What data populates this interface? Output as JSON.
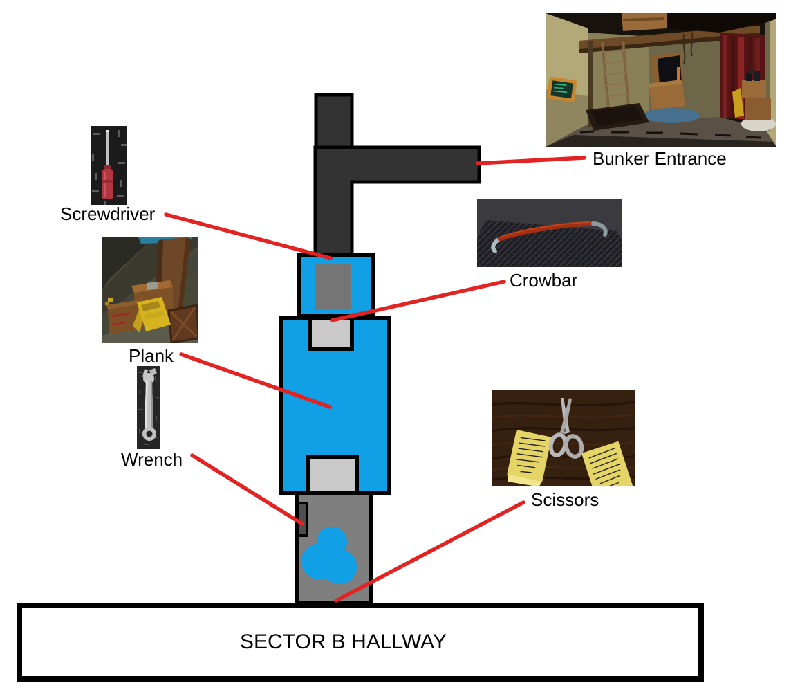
{
  "map": {
    "hallway_label": "SECTOR B HALLWAY",
    "callouts": [
      {
        "id": "screwdriver",
        "label": "Screwdriver"
      },
      {
        "id": "plank",
        "label": "Plank"
      },
      {
        "id": "wrench",
        "label": "Wrench"
      },
      {
        "id": "crowbar",
        "label": "Crowbar"
      },
      {
        "id": "scissors",
        "label": "Scissors"
      },
      {
        "id": "bunker_entrance",
        "label": "Bunker Entrance"
      }
    ],
    "photos": [
      "screwdriver-photo",
      "plank-photo",
      "wrench-photo",
      "crowbar-photo",
      "scissors-photo",
      "bunker-entrance-photo"
    ],
    "colors": {
      "corridor_dark": "#333333",
      "room_blue": "#119fe6",
      "door_light_gray": "#c9c9c9",
      "inner_square_gray": "#757575",
      "room_gray": "#7f7f7f",
      "panel_dark_gray": "#4e4e4e",
      "callout_line_red": "#e32222",
      "outline_black": "#000000",
      "background_white": "#ffffff"
    }
  }
}
